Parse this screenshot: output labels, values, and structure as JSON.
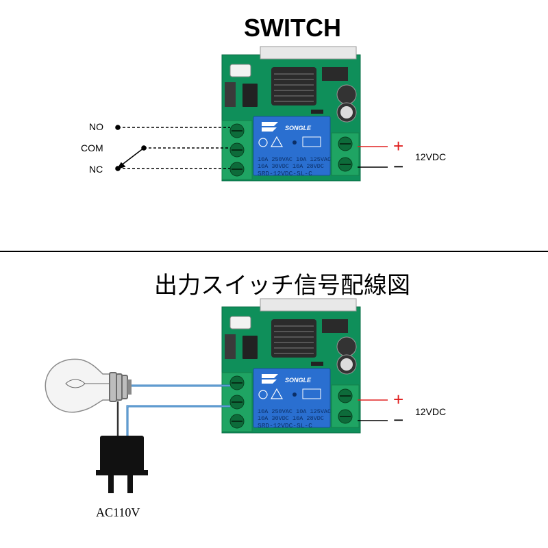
{
  "top_section": {
    "title": "SWITCH",
    "labels": {
      "no": "NO",
      "com": "COM",
      "nc": "NC"
    },
    "power_label": "12VDC",
    "plus": "+",
    "minus": "−"
  },
  "bottom_section": {
    "title": "出力スイッチ信号配線図",
    "power_label": "12VDC",
    "plus": "+",
    "minus": "−",
    "plug_label": "AC110V"
  },
  "relay": {
    "brand": "SONGLE",
    "spec_line1": "10A 250VAC  10A 125VAC",
    "spec_line2": "10A  30VDC  10A  28VDC",
    "model": "SRD-12VDC-SL-C"
  },
  "colors": {
    "pcb": "#0f8f5a",
    "terminal": "#1fa463",
    "relay": "#2a6fd0",
    "wire_ac": "#2f77b8",
    "wire_plus": "#e02020",
    "wire_minus": "#000000"
  },
  "icons": [
    "pcb-board-icon",
    "relay-icon",
    "light-bulb-icon",
    "power-plug-icon",
    "terminal-block-icon"
  ]
}
